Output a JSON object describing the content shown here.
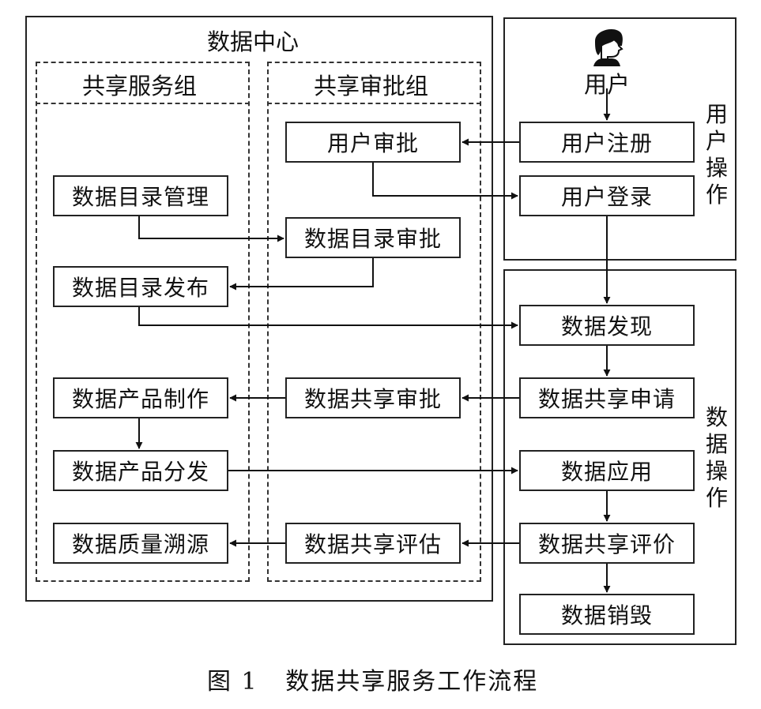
{
  "data_center": {
    "title": "数据中心",
    "service_group": {
      "title": "共享服务组",
      "items": [
        "数据目录管理",
        "数据目录发布",
        "数据产品制作",
        "数据产品分发",
        "数据质量溯源"
      ]
    },
    "approval_group": {
      "title": "共享审批组",
      "items": [
        "用户审批",
        "数据目录审批",
        "数据共享审批",
        "数据共享评估"
      ]
    }
  },
  "user_ops": {
    "label": "用户操作",
    "user_label": "用户",
    "items": [
      "用户注册",
      "用户登录"
    ]
  },
  "data_ops": {
    "label": "数据操作",
    "items": [
      "数据发现",
      "数据共享申请",
      "数据应用",
      "数据共享评价",
      "数据销毁"
    ]
  },
  "caption": "图 1   数据共享服务工作流程"
}
